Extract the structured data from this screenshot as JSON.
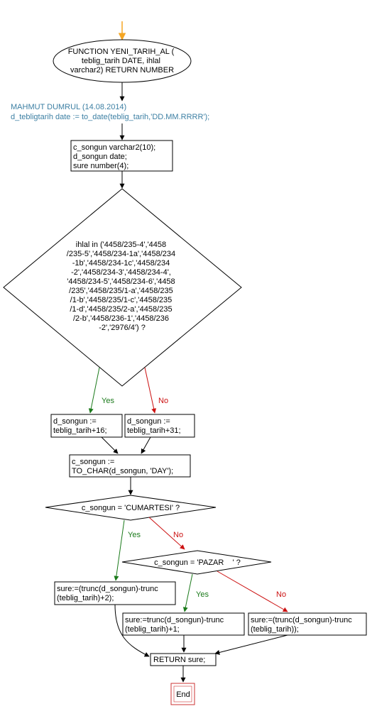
{
  "function_header": [
    "FUNCTION  YENI_TARIH_AL (",
    "teblig_tarih  DATE, ihlal",
    "varchar2) RETURN NUMBER"
  ],
  "comment": [
    "MAHMUT DUMRUL (14.08.2014)",
    "d_tebligtarih date := to_date(teblig_tarih,'DD.MM.RRRR');"
  ],
  "declarations": [
    "c_songun varchar2(10);",
    "d_songun date;",
    "sure number(4);"
  ],
  "decision_ihlal": [
    "ihlal in ('4458/235-4','4458",
    "/235-5','4458/234-1a','4458/234",
    "-1b','4458/234-1c','4458/234",
    "-2','4458/234-3','4458/234-4',",
    "'4458/234-5','4458/234-6','4458",
    "/235','4458/235/1-a','4458/235",
    "/1-b','4458/235/1-c','4458/235",
    "/1-d','4458/235/2-a','4458/235",
    "/2-b','4458/236-1','4458/236",
    "-2','2976/4') ?"
  ],
  "yes_label": "Yes",
  "no_label": "No",
  "assign_yes": [
    "d_songun :=",
    "teblig_tarih+16;"
  ],
  "assign_no": [
    "d_songun :=",
    "teblig_tarih+31;"
  ],
  "to_char": [
    "c_songun :=",
    "TO_CHAR(d_songun, 'DAY');"
  ],
  "decision_cumartesi": "c_songun = 'CUMARTESI' ?",
  "decision_pazar": "c_songun = 'PAZAR    ' ?",
  "sure_plus2": [
    "sure:=(trunc(d_songun)-trunc",
    "(teblig_tarih)+2);"
  ],
  "sure_plus1": [
    "sure:=trunc(d_songun)-trunc",
    "(teblig_tarih)+1;"
  ],
  "sure_plain": [
    "sure:=(trunc(d_songun)-trunc",
    "(teblig_tarih));"
  ],
  "return_text": "RETURN sure;",
  "end_text": "End",
  "colors": {
    "start_arrow": "#f5a623",
    "yes": "#1b7a1b",
    "no": "#cc1111",
    "end_border": "#cc3333",
    "comment": "#3c7fa3"
  }
}
